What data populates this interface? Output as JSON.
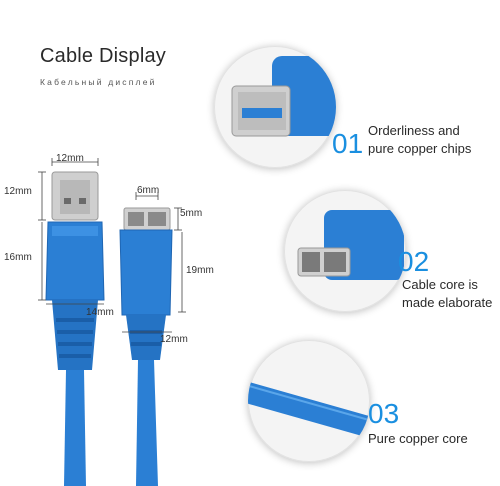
{
  "header": {
    "title": "Cable Display",
    "subtitle": "Кабельный дисплей"
  },
  "dimensions": {
    "usb_a_width": "12mm",
    "usb_a_head_height": "12mm",
    "usb_a_body_height": "16mm",
    "usb_a_body_width": "14mm",
    "micro_b_width": "6mm",
    "micro_b_head_height": "5mm",
    "micro_b_body_height": "19mm",
    "micro_b_body_width": "12mm"
  },
  "features": [
    {
      "number": "01",
      "line1": "Orderliness and",
      "line2": "pure copper chips"
    },
    {
      "number": "02",
      "line1": "Cable core is",
      "line2": "made elaborate"
    },
    {
      "number": "03",
      "line1": "Pure copper core",
      "line2": ""
    }
  ],
  "colors": {
    "cable_blue": "#2b7fd4",
    "accent_blue": "#1a8fe0",
    "metal": "#c9c9c9"
  }
}
